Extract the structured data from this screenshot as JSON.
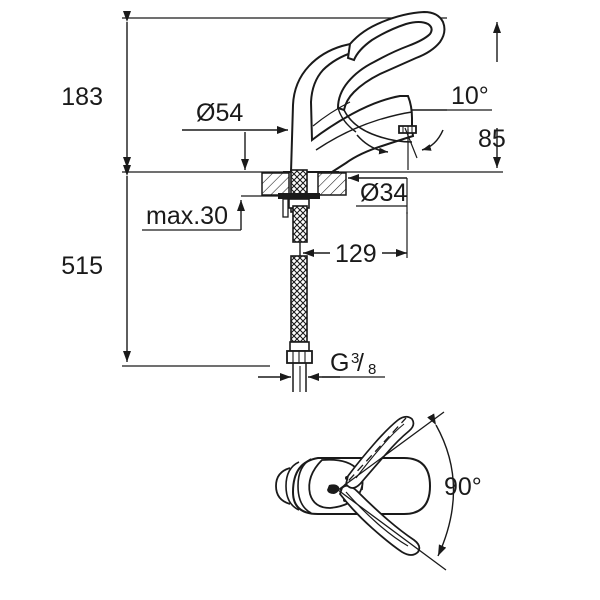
{
  "drawing": {
    "type": "technical-dimensional-drawing",
    "subject": "single-lever basin mixer faucet",
    "units": "mm",
    "line_color": "#1a1a1a",
    "background_color": "#ffffff",
    "views": [
      {
        "name": "front-elevation",
        "label": ""
      },
      {
        "name": "top-plan-view",
        "label": ""
      }
    ]
  },
  "dimensions": {
    "spout_height": "183",
    "below_deck_length": "515",
    "deck_to_spout_outlet": "85",
    "base_plate_diameter": "Ø54",
    "escutcheon_diameter": "Ø34",
    "max_deck_thickness": "max.30",
    "spout_reach": "129",
    "aerator_angle": "10°",
    "lever_swivel_angle": "90°",
    "thread": {
      "prefix": "G",
      "numerator": "3",
      "slash": "/",
      "denominator": "8"
    }
  },
  "labels": {
    "d183": "183",
    "d515": "515",
    "d85": "85",
    "d54": "Ø54",
    "d34": "Ø34",
    "dmax30": "max.30",
    "d129": "129",
    "d10deg": "10°",
    "d90deg": "90°",
    "gthread_g": "G",
    "gthread_num": "3",
    "gthread_slash": "/",
    "gthread_den": "8"
  }
}
